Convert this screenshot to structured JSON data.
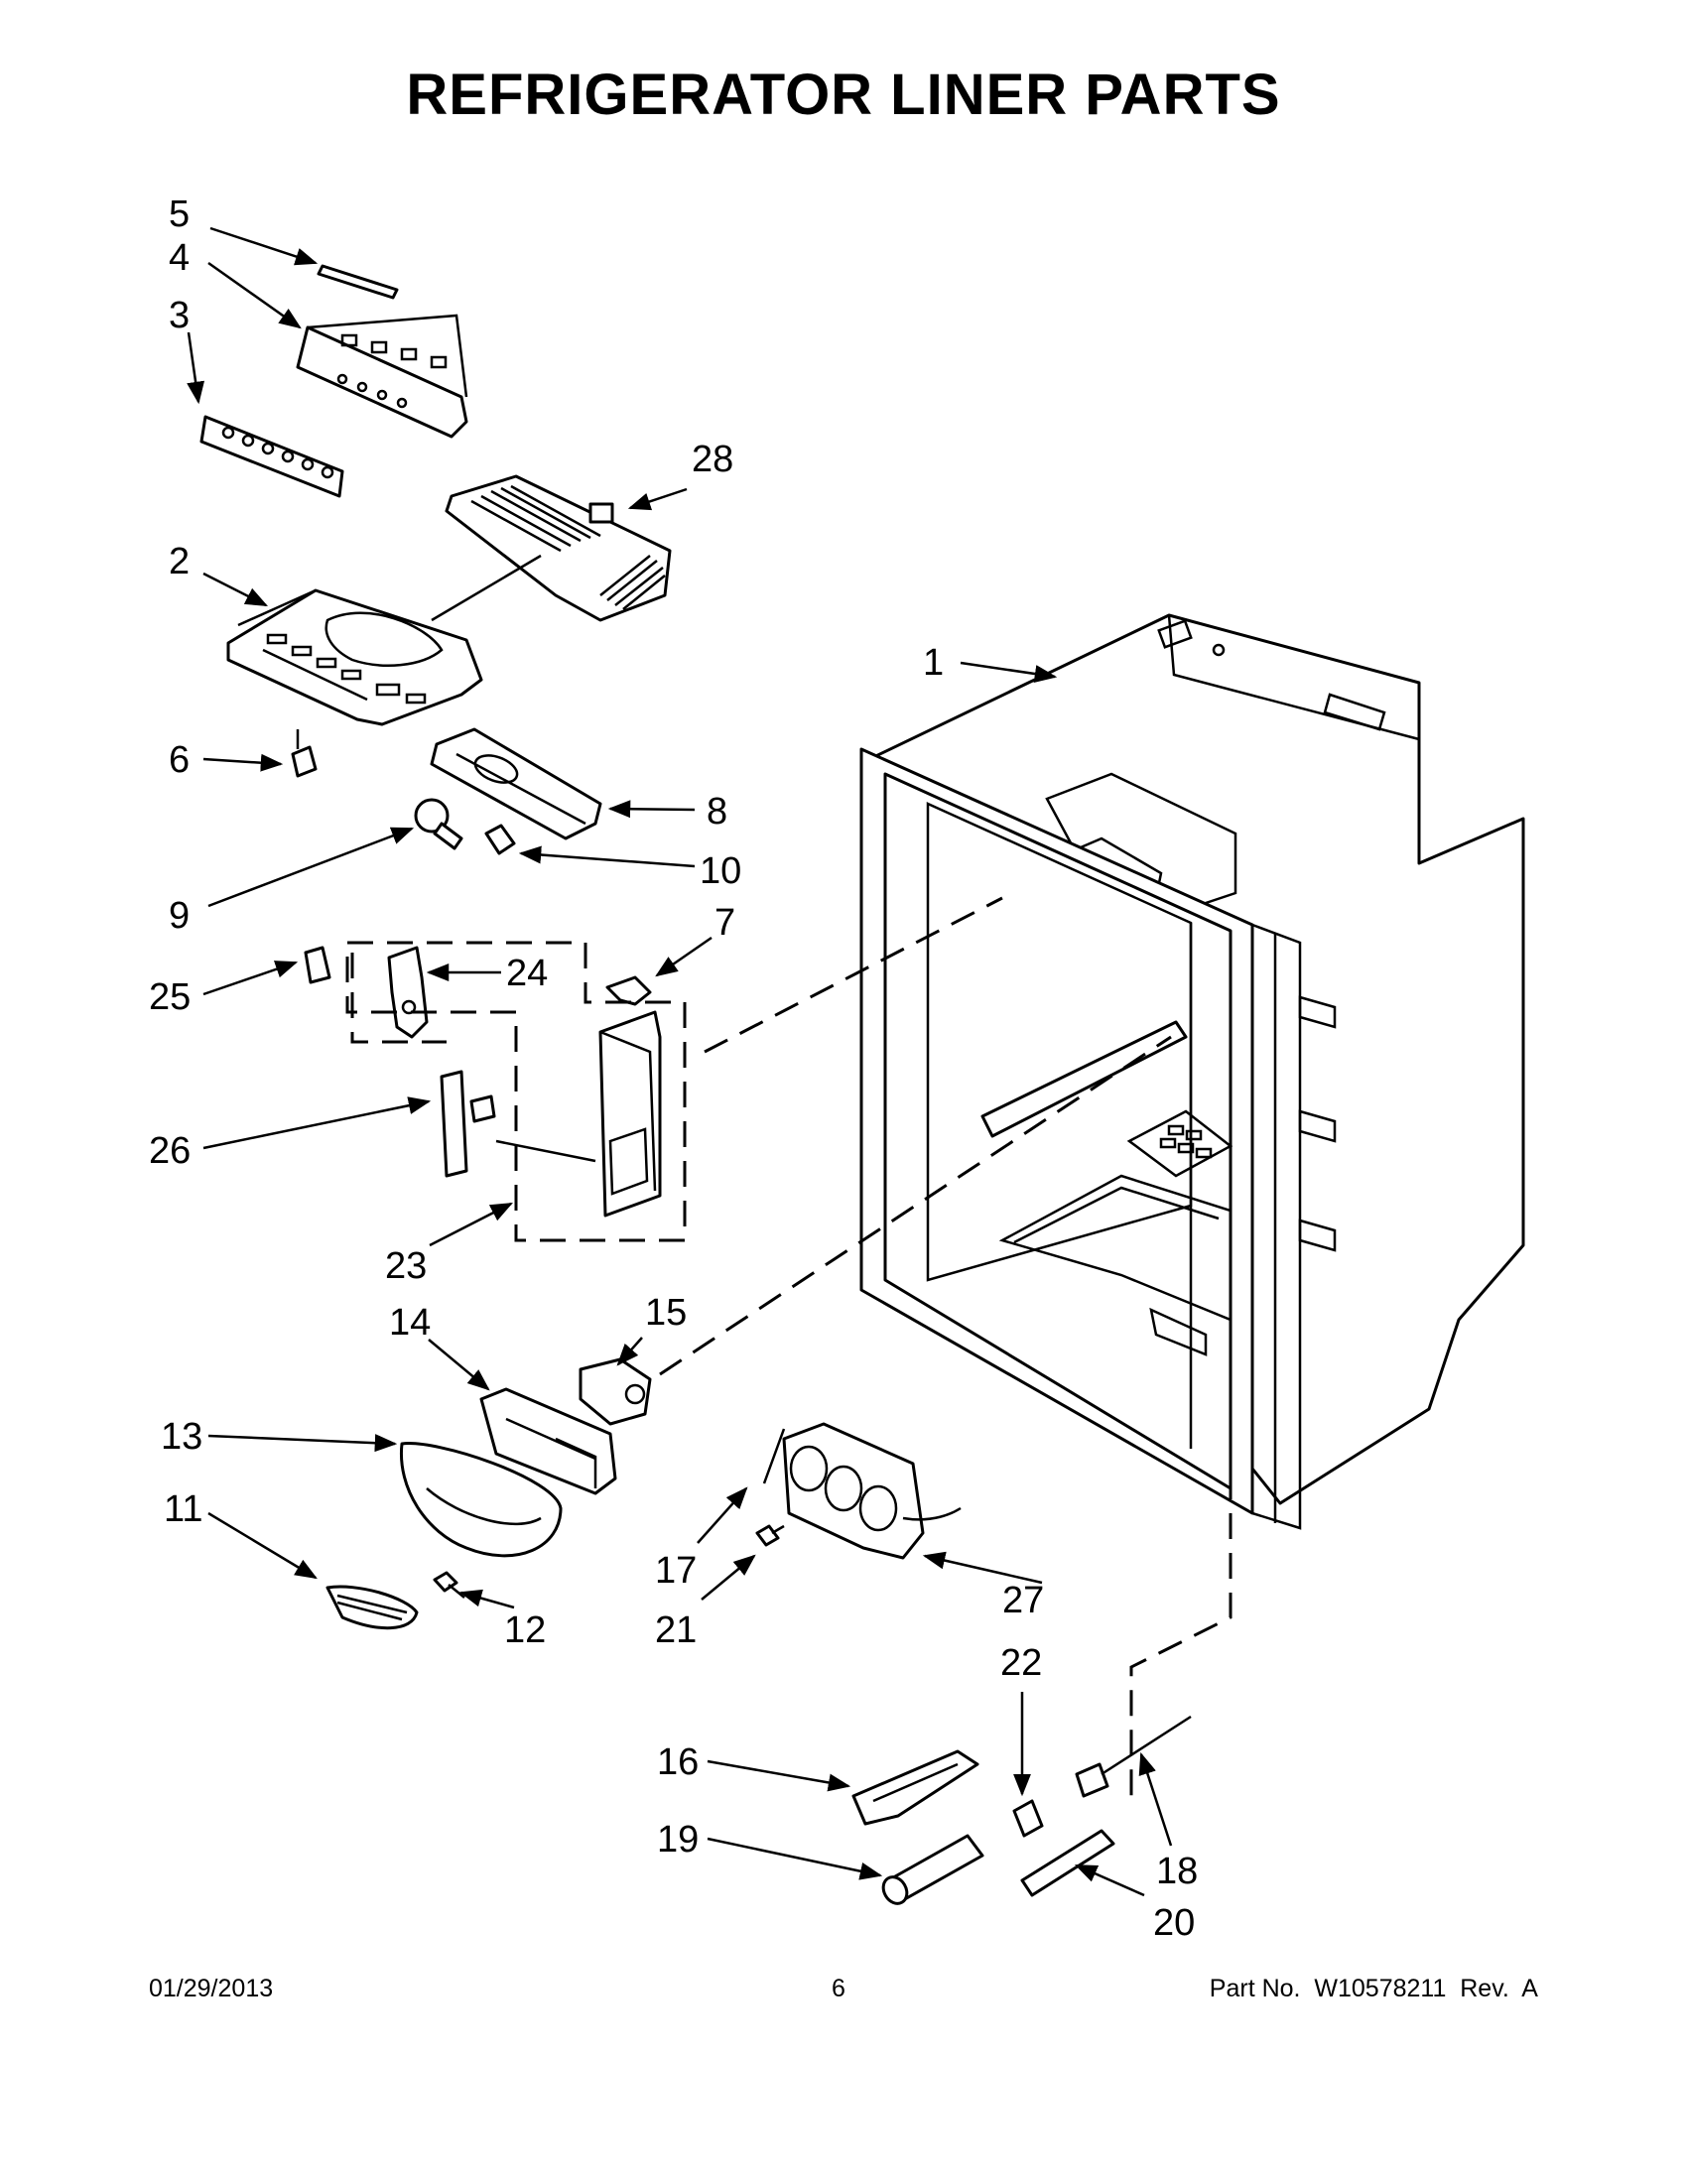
{
  "title": "REFRIGERATOR LINER PARTS",
  "callouts": [
    {
      "id": "c1",
      "label": "1"
    },
    {
      "id": "c2",
      "label": "2"
    },
    {
      "id": "c3",
      "label": "3"
    },
    {
      "id": "c4",
      "label": "4"
    },
    {
      "id": "c5",
      "label": "5"
    },
    {
      "id": "c6",
      "label": "6"
    },
    {
      "id": "c7",
      "label": "7"
    },
    {
      "id": "c8",
      "label": "8"
    },
    {
      "id": "c9",
      "label": "9"
    },
    {
      "id": "c10",
      "label": "10"
    },
    {
      "id": "c11",
      "label": "11"
    },
    {
      "id": "c12",
      "label": "12"
    },
    {
      "id": "c13",
      "label": "13"
    },
    {
      "id": "c14",
      "label": "14"
    },
    {
      "id": "c15",
      "label": "15"
    },
    {
      "id": "c16",
      "label": "16"
    },
    {
      "id": "c17",
      "label": "17"
    },
    {
      "id": "c18",
      "label": "18"
    },
    {
      "id": "c19",
      "label": "19"
    },
    {
      "id": "c20",
      "label": "20"
    },
    {
      "id": "c21",
      "label": "21"
    },
    {
      "id": "c22",
      "label": "22"
    },
    {
      "id": "c23",
      "label": "23"
    },
    {
      "id": "c24",
      "label": "24"
    },
    {
      "id": "c25",
      "label": "25"
    },
    {
      "id": "c26",
      "label": "26"
    },
    {
      "id": "c27",
      "label": "27"
    },
    {
      "id": "c28",
      "label": "28"
    }
  ],
  "footer": {
    "date": "01/29/2013",
    "page": "6",
    "part_no": "Part No.  W10578211  Rev.  A"
  }
}
